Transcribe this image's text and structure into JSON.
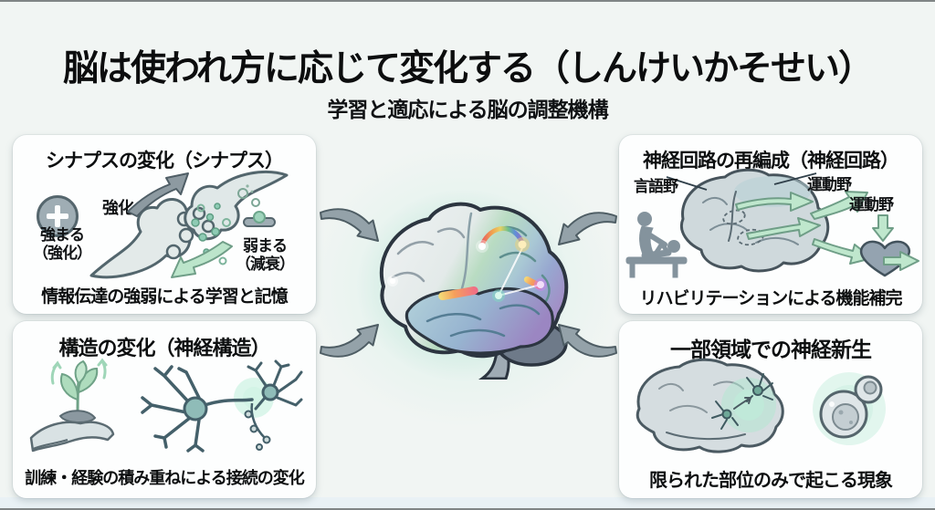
{
  "page": {
    "title": "脳は使われ方に応じて変化する（しんけいかそせい）",
    "subtitle": "学習と適応による脳の調整機構"
  },
  "panels": {
    "synapse": {
      "title": "シナプスの変化（シナプス）",
      "stronger_line1": "強まる",
      "stronger_line2": "（強化）",
      "strengthen_arrow_label": "強化",
      "weaker_line1": "弱まる",
      "weaker_line2": "（減衰）",
      "caption": "情報伝達の強弱による学習と記憶"
    },
    "structure": {
      "title": "構造の変化（神経構造）",
      "caption": "訓練・経験の積み重ねによる接続の変化"
    },
    "rewiring": {
      "title": "神経回路の再編成（神経回路）",
      "language_area_label": "言語野",
      "motor_area_label_1": "運動野",
      "motor_area_label_2": "運動野",
      "caption": "リハビリテーションによる機能補完"
    },
    "neurogenesis": {
      "title": "一部領域での神経新生",
      "caption": "限られた部位のみで起こる現象"
    }
  },
  "icons": {
    "plus_icon": "＋",
    "minus_icon": "−",
    "strengthen_arrow_icon": "↗",
    "weaken_arrow_icon": "↙",
    "inward_arrow_icon": "➘",
    "growth_arrow_icon": "↑",
    "heart_icon": "♥",
    "rehab_person_icon": "therapist with patient on bench pictogram",
    "brain_icon": "side-view brain illustration",
    "neuron_icon": "neuron with dendrites",
    "cell_division_icon": "dividing cell",
    "hand_plant_icon": "hand holding sprouting plant",
    "synapse_icon": "two axon terminals with neurotransmitters"
  },
  "colors": {
    "background": "#f1f5f3",
    "panel_background": "#fdfefe",
    "text": "#0d0f10",
    "arrow_gray": "#94a2a9",
    "arrow_gray_outline": "#4e5d64",
    "arrow_green": "#bfe7cd",
    "arrow_green_outline": "#6f9e87",
    "glow_teal": "#bfe7da",
    "brain_green": "#b9dcc2",
    "brain_blue": "#a9c8d4",
    "brain_purple": "#a48bc5",
    "cerebellum_gray": "#6e7a89"
  }
}
